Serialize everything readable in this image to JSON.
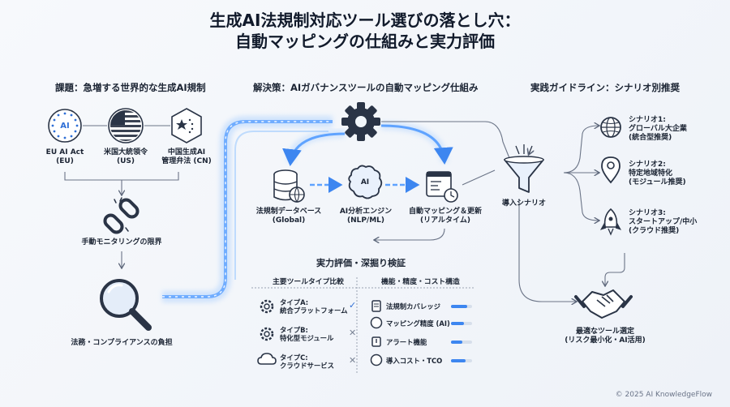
{
  "title_line1": "生成AI法規制対応ツール選びの落とし穴：",
  "title_line2": "自動マッピングの仕組みと実力評価",
  "left": {
    "heading": "課題：急増する世界的な生成AI規制",
    "eu_icon_text": "AI",
    "eu_label_1": "EU AI Act",
    "eu_label_2": "(EU)",
    "us_label_1": "米国大統領令",
    "us_label_2": "(US)",
    "cn_label_1": "中国生成AI",
    "cn_label_2": "管理弁法 (CN)",
    "monitor_label": "手動モニタリングの限界",
    "burden_label": "法務・コンプライアンスの負担"
  },
  "middle": {
    "heading": "解決策：AIガバナンスツールの自動マッピング仕組み",
    "db_label_1": "法規制データベース",
    "db_label_2": "(Global)",
    "ai_icon_text": "AI",
    "ai_label_1": "AI分析エンジン",
    "ai_label_2": "(NLP/ML)",
    "map_label_1": "自動マッピング＆更新",
    "map_label_2": "(リアルタイム)",
    "eval_heading": "実力評価・深掘り検証",
    "col1_header": "主要ツールタイプ比較",
    "col2_header": "機能・精度・コスト構造",
    "types": [
      {
        "line1": "タイプA:",
        "line2": "統合プラットフォーム",
        "mark": "✓"
      },
      {
        "line1": "タイプB:",
        "line2": "特化型モジュール",
        "mark": "✕"
      },
      {
        "line1": "タイプC:",
        "line2": "クラウドサービス",
        "mark": "✕"
      }
    ],
    "features": [
      {
        "label": "法規制カバレッジ",
        "level": 0.75
      },
      {
        "label": "マッピング精度 (AI)",
        "level": 0.6
      },
      {
        "label": "アラート機能",
        "level": 0.55
      },
      {
        "label": "導入コスト・TCO",
        "level": 0.7
      }
    ]
  },
  "right": {
    "heading": "実践ガイドライン：シナリオ別推奨",
    "funnel_label": "導入シナリオ",
    "s1_1": "シナリオ1:",
    "s1_2": "グローバル大企業",
    "s1_3": "(統合型推奨)",
    "s2_1": "シナリオ2:",
    "s2_2": "特定地域特化",
    "s2_3": "(モジュール推奨)",
    "s3_1": "シナリオ3:",
    "s3_2": "スタートアップ/中小",
    "s3_3": "(クラウド推奨)",
    "final_1": "最適なツール選定",
    "final_2": "(リスク最小化・AI活用)"
  },
  "footer": "© 2025 AI KnowledgeFlow",
  "colors": {
    "accent": "#2f6fd6",
    "glow": "#7fb6ff",
    "dark": "#1b2433",
    "icon": "#2a3446"
  }
}
